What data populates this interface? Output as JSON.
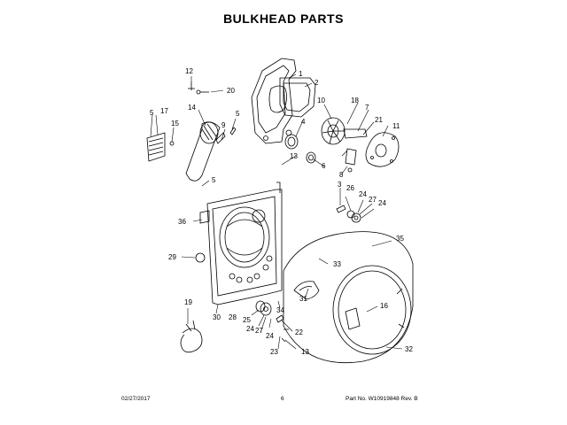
{
  "page": {
    "title": "BULKHEAD PARTS",
    "footer_date": "02/27/2017",
    "footer_page": "6",
    "footer_part": "Part No. W10919848  Rev. B"
  },
  "callouts": [
    {
      "id": "c1",
      "label": "1"
    },
    {
      "id": "c2",
      "label": "2"
    },
    {
      "id": "c3",
      "label": "3"
    },
    {
      "id": "c4",
      "label": "4"
    },
    {
      "id": "c5a",
      "label": "5"
    },
    {
      "id": "c5b",
      "label": "5"
    },
    {
      "id": "c5c",
      "label": "5"
    },
    {
      "id": "c6",
      "label": "6"
    },
    {
      "id": "c7",
      "label": "7"
    },
    {
      "id": "c8",
      "label": "8"
    },
    {
      "id": "c9",
      "label": "9"
    },
    {
      "id": "c10",
      "label": "10"
    },
    {
      "id": "c11",
      "label": "11"
    },
    {
      "id": "c12",
      "label": "12"
    },
    {
      "id": "c13a",
      "label": "13"
    },
    {
      "id": "c13b",
      "label": "13"
    },
    {
      "id": "c14",
      "label": "14"
    },
    {
      "id": "c15",
      "label": "15"
    },
    {
      "id": "c16",
      "label": "16"
    },
    {
      "id": "c17",
      "label": "17"
    },
    {
      "id": "c18",
      "label": "18"
    },
    {
      "id": "c19",
      "label": "19"
    },
    {
      "id": "c20",
      "label": "20"
    },
    {
      "id": "c21",
      "label": "21"
    },
    {
      "id": "c22",
      "label": "22"
    },
    {
      "id": "c23",
      "label": "23"
    },
    {
      "id": "c24a",
      "label": "24"
    },
    {
      "id": "c24b",
      "label": "24"
    },
    {
      "id": "c24c",
      "label": "24"
    },
    {
      "id": "c24d",
      "label": "24"
    },
    {
      "id": "c25",
      "label": "25"
    },
    {
      "id": "c26",
      "label": "26"
    },
    {
      "id": "c27a",
      "label": "27"
    },
    {
      "id": "c27b",
      "label": "27"
    },
    {
      "id": "c28",
      "label": "28"
    },
    {
      "id": "c29",
      "label": "29"
    },
    {
      "id": "c30",
      "label": "30"
    },
    {
      "id": "c31",
      "label": "31"
    },
    {
      "id": "c32",
      "label": "32"
    },
    {
      "id": "c33",
      "label": "33"
    },
    {
      "id": "c34",
      "label": "34"
    },
    {
      "id": "c35",
      "label": "35"
    },
    {
      "id": "c36",
      "label": "36"
    }
  ]
}
